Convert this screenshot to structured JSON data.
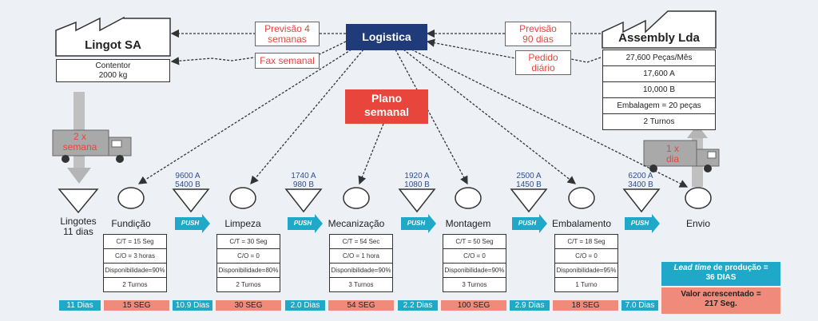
{
  "supplier": {
    "name": "Lingot SA",
    "info": "Contentor\n2000 kg"
  },
  "customer": {
    "name": "Assembly Lda",
    "rows": [
      "27,600 Peças/Mês",
      "17,600 A",
      "10,000 B",
      "Embalagem = 20 peças",
      "2 Turnos"
    ]
  },
  "hubs": {
    "logistica": "Logistica",
    "plano": "Plano\nsemanal"
  },
  "info_flows": {
    "previsao4": "Previsão 4\nsemanas",
    "fax": "Fax semanal",
    "previsao90": "Previsão\n90 dias",
    "pedido": "Pedido\ndiário"
  },
  "trucks": {
    "inbound": "2 x\nsemana",
    "outbound": "1 x\ndia"
  },
  "inventories": [
    {
      "label": "Lingotes\n11 dias",
      "qty": ""
    },
    {
      "label": "",
      "qty": "9600 A\n5400 B"
    },
    {
      "label": "",
      "qty": "1740 A\n980 B"
    },
    {
      "label": "",
      "qty": "1920 A\n1080 B"
    },
    {
      "label": "",
      "qty": "2500 A\n1450 B"
    },
    {
      "label": "",
      "qty": "6200 A\n3400 B"
    }
  ],
  "processes": [
    {
      "name": "Fundição",
      "data": [
        "C/T = 15 Seg",
        "C/O = 3 horas",
        "Disponibilidade=90%",
        "2 Turnos"
      ]
    },
    {
      "name": "Limpeza",
      "data": [
        "C/T = 30 Seg",
        "C/O = 0",
        "Disponibilidade=80%",
        "2 Turnos"
      ]
    },
    {
      "name": "Mecanização",
      "data": [
        "C/T = 54 Sec",
        "C/O = 1 hora",
        "Disponibilidade=90%",
        "3 Turnos"
      ]
    },
    {
      "name": "Montagem",
      "data": [
        "C/T = 50 Seg",
        "C/O = 0",
        "Disponibilidade=90%",
        "3 Turnos"
      ]
    },
    {
      "name": "Embalamento",
      "data": [
        "C/T = 18 Seg",
        "C/O = 0",
        "Disponibilidade=95%",
        "1 Turno"
      ]
    },
    {
      "name": "Envio",
      "data": []
    }
  ],
  "push_label": "PUSH",
  "timeline": {
    "wait": [
      "11 Dias",
      "10.9 Dias",
      "2.0 Dias",
      "2.2 Dias",
      "2.9 Dias",
      "7.0 Dias"
    ],
    "process": [
      "15 SEG",
      "30 SEG",
      "54 SEG",
      "100 SEG",
      "18 SEG"
    ]
  },
  "summary": {
    "lead_time_label_italic": "Lead time",
    "lead_time_label_rest": " de produção =",
    "lead_time_value": "36 DIAS",
    "value_added_label": "Valor acrescentado =",
    "value_added_value": "217 Seg."
  },
  "colors": {
    "navy": "#1f3b7a",
    "red": "#e8453c",
    "teal": "#1fa8c7",
    "salmon": "#f08a7a",
    "truck_gray": "#a9a9a9"
  }
}
